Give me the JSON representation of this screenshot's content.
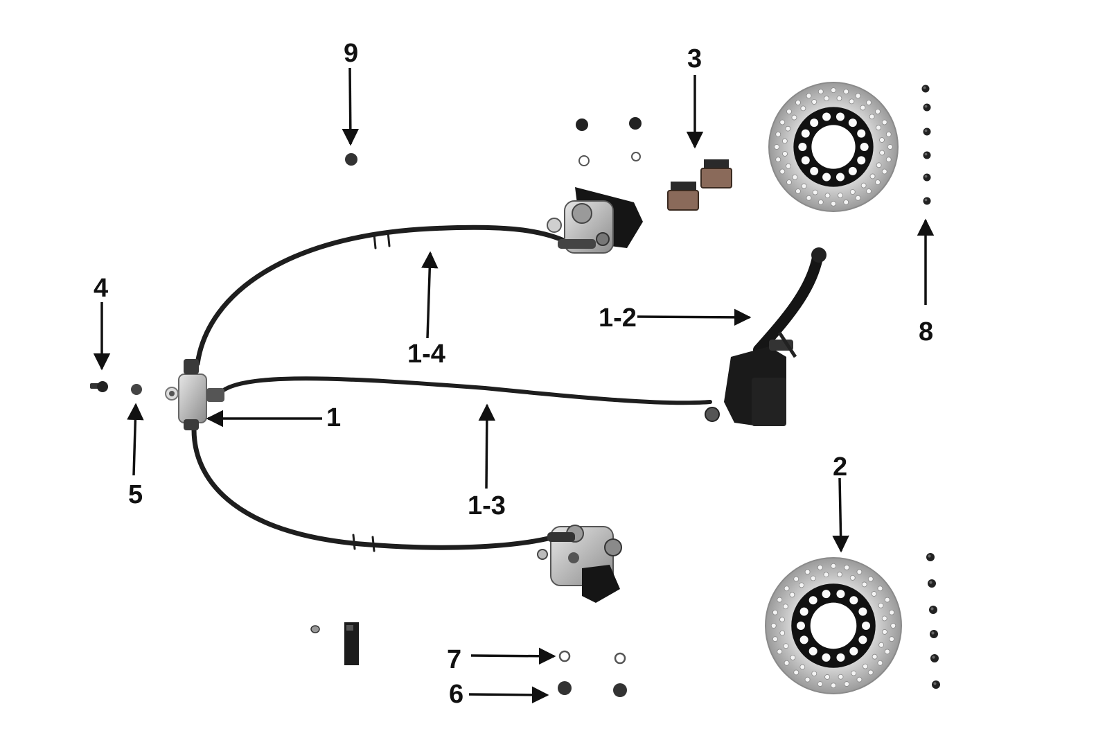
{
  "callouts": {
    "c1": "1",
    "c1_2": "1-2",
    "c1_3": "1-3",
    "c1_4": "1-4",
    "c2": "2",
    "c3": "3",
    "c4": "4",
    "c5": "5",
    "c6": "6",
    "c7": "7",
    "c8": "8",
    "c9": "9"
  },
  "colors": {
    "hose": "#1e1e1e",
    "metal": "#c4c4c4",
    "bracket": "#151515",
    "pad": "#8a6a5a",
    "disc": "#cfcfcf",
    "arrow": "#111111"
  }
}
